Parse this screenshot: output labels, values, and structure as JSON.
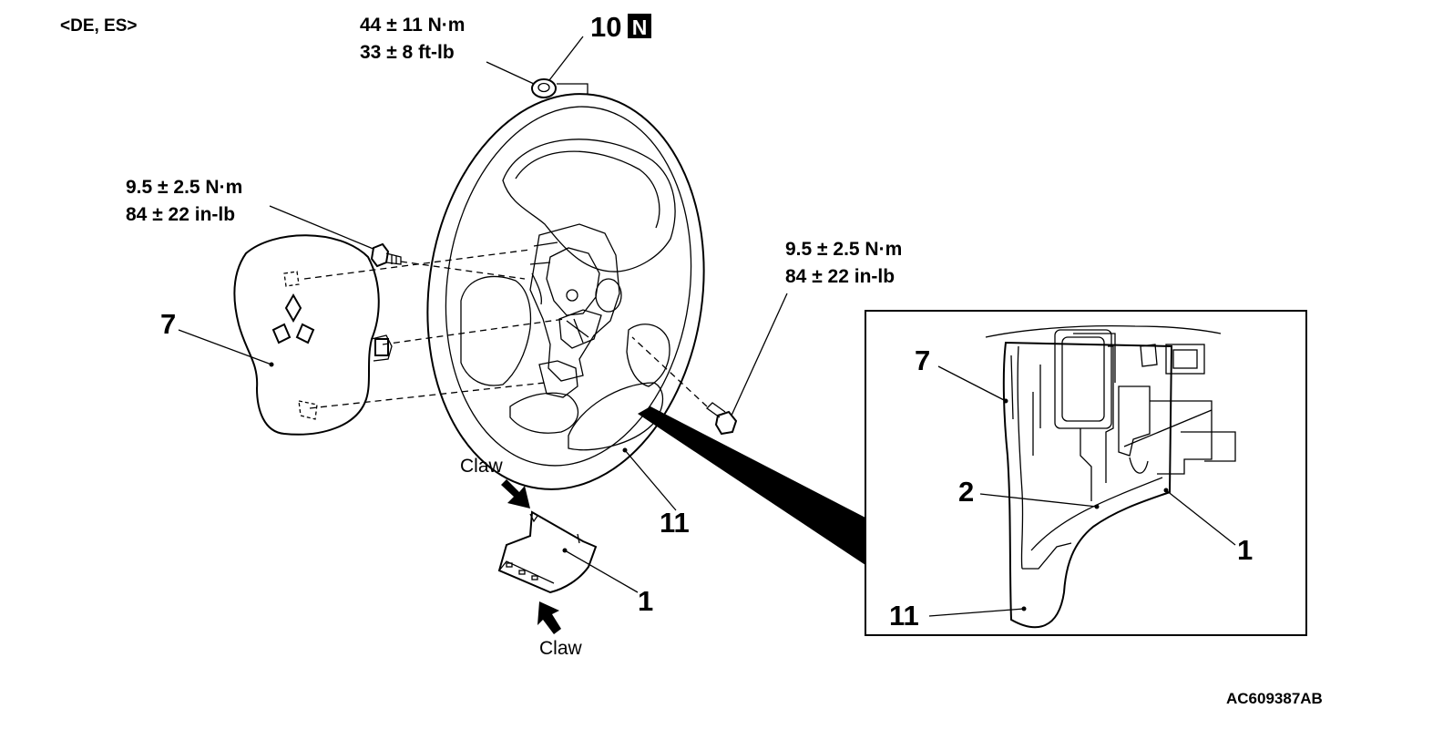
{
  "header": {
    "variant_label": "<DE, ES>"
  },
  "torque_specs": {
    "nut": {
      "metric": "44 ± 11 N·m",
      "imperial": "33 ± 8 ft-lb"
    },
    "left_bolt": {
      "metric": "9.5 ± 2.5 N·m",
      "imperial": "84 ± 22 in-lb"
    },
    "right_bolt": {
      "metric": "9.5 ± 2.5 N·m",
      "imperial": "84 ± 22 in-lb"
    }
  },
  "callouts": {
    "nut": "10",
    "nut_badge": "N",
    "air_bag_module": "7",
    "steering_wheel": "11",
    "cover": "1",
    "detail_module": "7",
    "detail_item_2": "2",
    "detail_cover": "1",
    "detail_wheel": "11"
  },
  "claw_labels": {
    "top": "Claw",
    "bottom": "Claw"
  },
  "figure_code": "AC609387AB"
}
